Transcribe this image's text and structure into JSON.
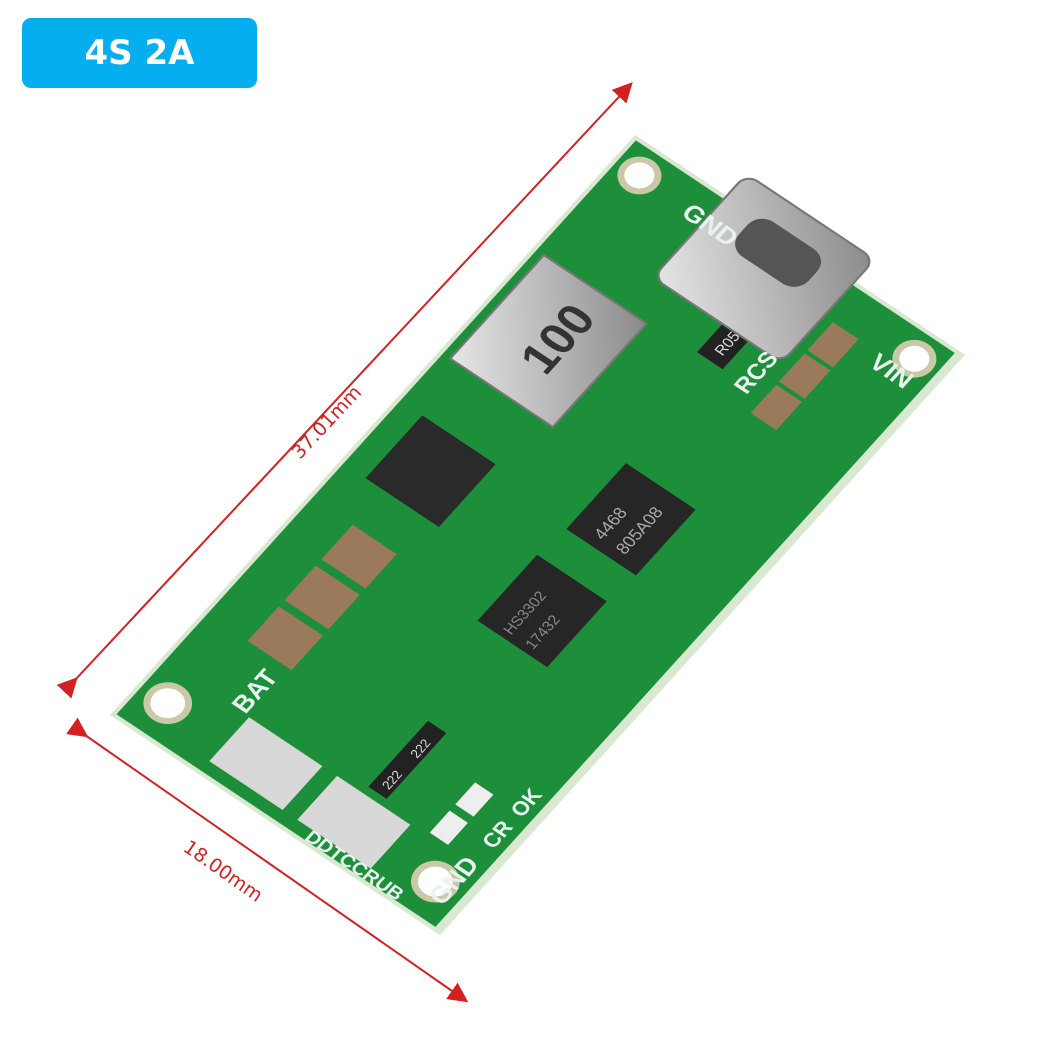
{
  "badge": {
    "label": "4S 2A",
    "color": "#05aeef"
  },
  "dimensions": {
    "length": "37.01mm",
    "width": "18.00mm",
    "color": "#d42020"
  },
  "board": {
    "color": "#1d8f3a",
    "silkscreen": {
      "gnd_top": "GND",
      "rcs": "RCS",
      "vin": "VIN",
      "bat": "BAT",
      "brand": "DDTCCRUB",
      "gnd_bottom": "GND",
      "ok": "OK",
      "cr": "CR"
    },
    "inductor_marking": "100",
    "resistor_marking": "R050",
    "chip1_marking": [
      "4468",
      "805A08"
    ],
    "chip2_marking": [
      "HS3302",
      "17432"
    ],
    "small_resistors": [
      "222",
      "222"
    ]
  }
}
